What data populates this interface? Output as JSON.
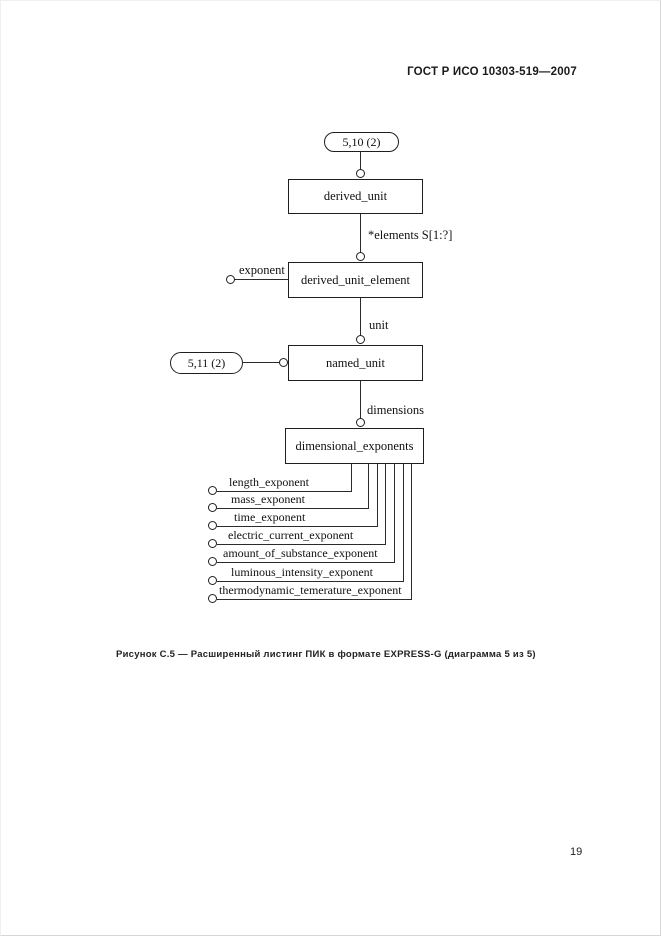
{
  "page": {
    "header": "ГОСТ Р ИСО 10303-519—2007",
    "caption": "Рисунок С.5 — Расширенный листинг ПИК в формате EXPRESS-G (диаграмма 5 из 5)",
    "page_number": "19"
  },
  "colors": {
    "ink": "#1f1f1f",
    "background": "#ffffff"
  },
  "diagram": {
    "type": "EXPRESS-G schema diagram",
    "page_refs": [
      {
        "label": "5,10 (2)"
      },
      {
        "label": "5,11 (2)"
      }
    ],
    "entities": [
      {
        "label": "derived_unit"
      },
      {
        "label": "derived_unit_element"
      },
      {
        "label": "named_unit"
      },
      {
        "label": "dimensional_exponents"
      }
    ],
    "relations": [
      {
        "label": "*elements S[1:?]",
        "from": "derived_unit",
        "to": "derived_unit_element"
      },
      {
        "label": "exponent",
        "from": "derived_unit_element"
      },
      {
        "label": "unit",
        "from": "derived_unit_element",
        "to": "named_unit"
      },
      {
        "label": "dimensions",
        "from": "named_unit",
        "to": "dimensional_exponents"
      }
    ],
    "attributes": [
      {
        "label": "length_exponent"
      },
      {
        "label": "mass_exponent"
      },
      {
        "label": "time_exponent"
      },
      {
        "label": "electric_current_exponent"
      },
      {
        "label": "amount_of_substance_exponent"
      },
      {
        "label": "luminous_intensity_exponent"
      },
      {
        "label": "thermodynamic_temerature_exponent"
      }
    ]
  }
}
